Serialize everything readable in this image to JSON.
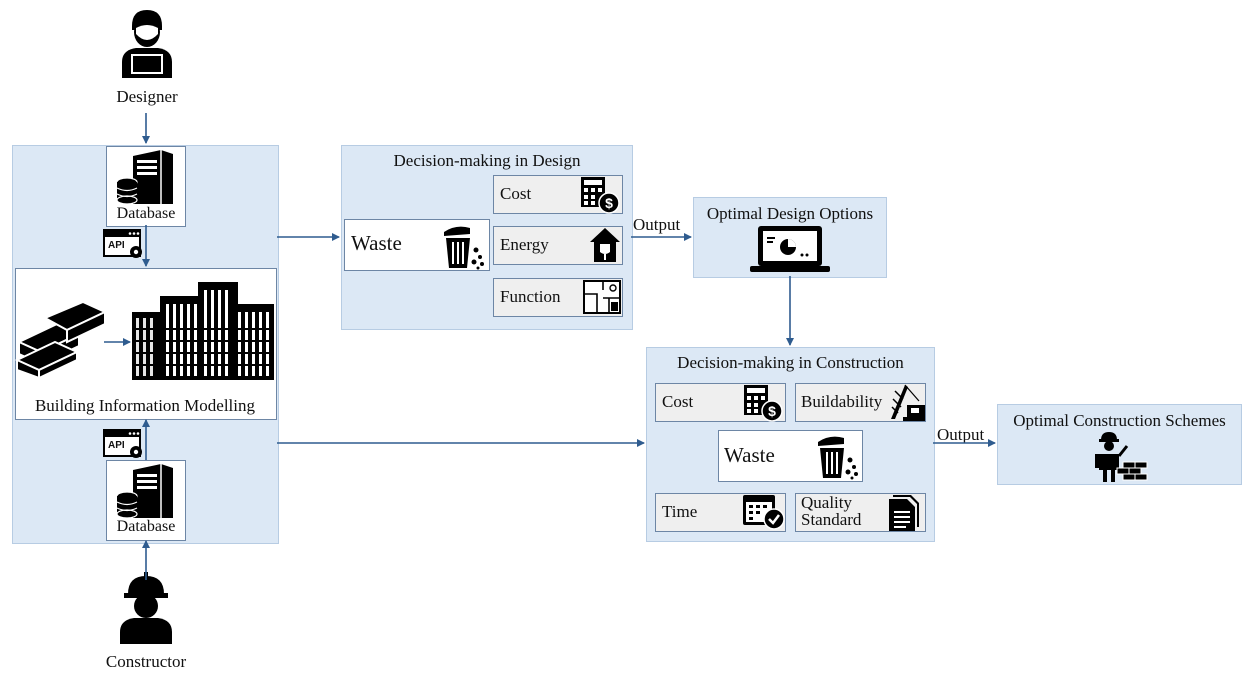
{
  "designer": {
    "label": "Designer"
  },
  "constructor": {
    "label": "Constructor"
  },
  "database_top": {
    "label": "Database"
  },
  "database_bottom": {
    "label": "Database"
  },
  "api_badge": {
    "text": "API"
  },
  "bim": {
    "label": "Building Information Modelling"
  },
  "design_panel": {
    "title": "Decision-making in Design",
    "criteria": [
      "Waste",
      "Cost",
      "Energy",
      "Function"
    ]
  },
  "optimal_design": {
    "title": "Optimal Design Options"
  },
  "construction_panel": {
    "title": "Decision-making in Construction",
    "criteria": [
      "Cost",
      "Buildability",
      "Waste",
      "Time",
      "Quality\nStandard"
    ]
  },
  "optimal_construction": {
    "title": "Optimal Construction Schemes"
  },
  "output_label_1": "Output",
  "output_label_2": "Output",
  "colors": {
    "panel": "#dce8f5",
    "arrow": "#2f5c8f",
    "border": "#6d86a5"
  }
}
